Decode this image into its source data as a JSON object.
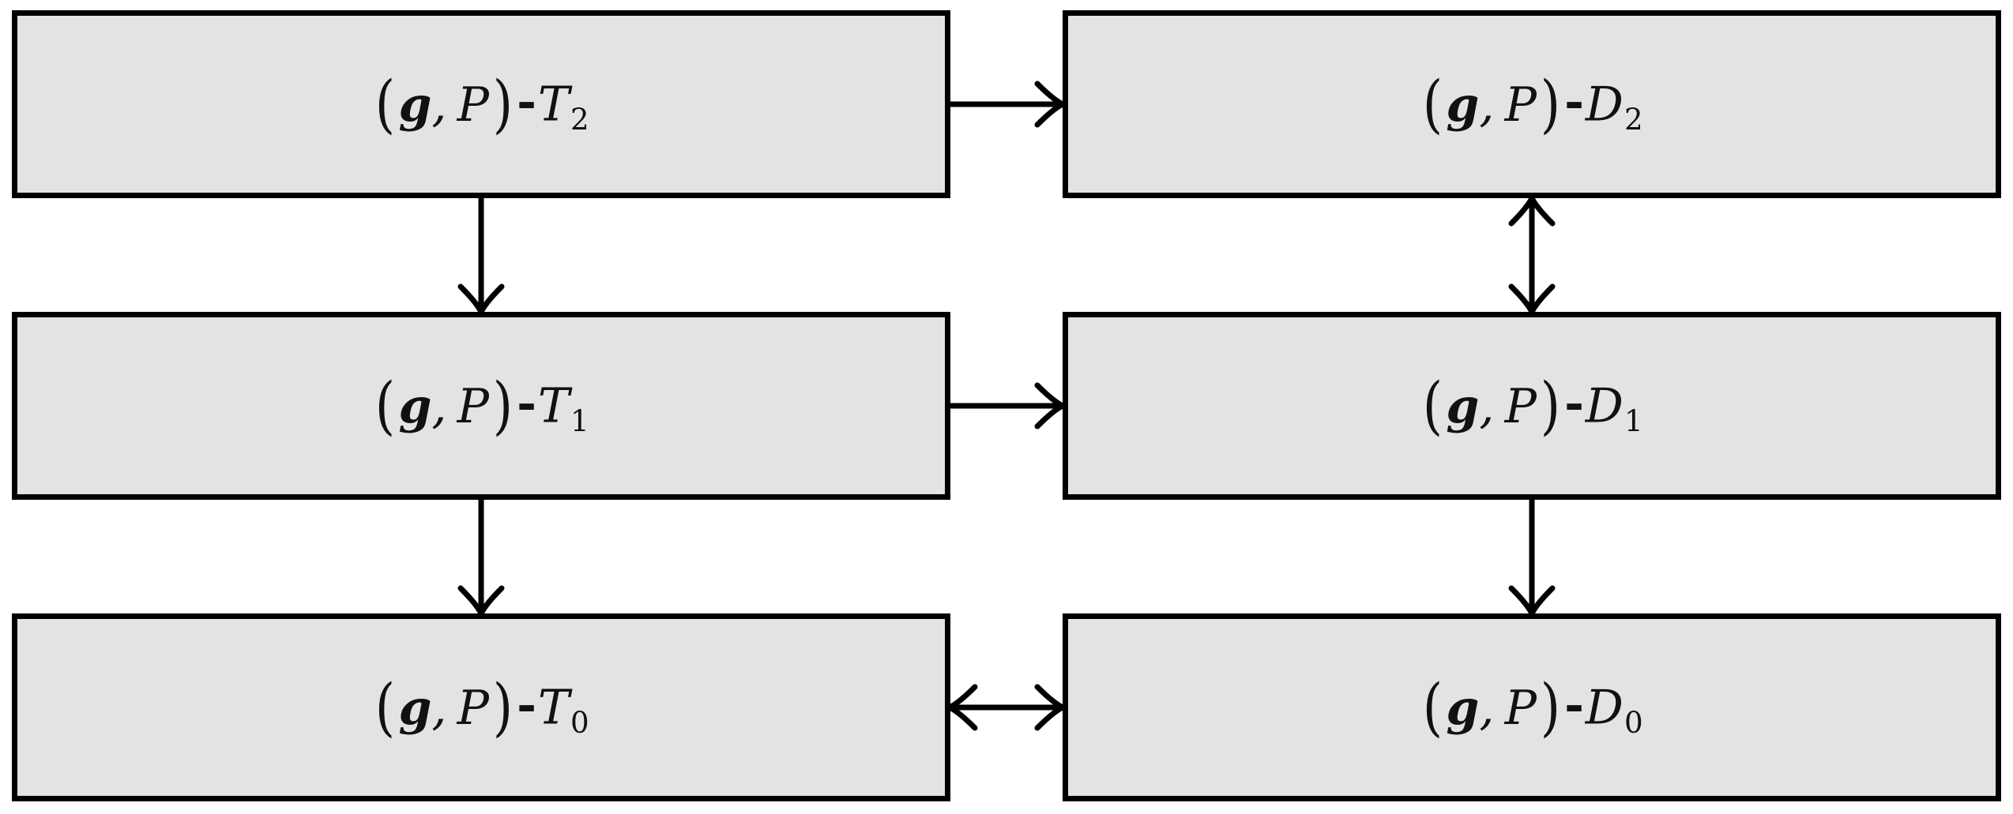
{
  "diagram": {
    "background_color": "#ffffff",
    "box_fill_color": "#e3e3e3",
    "box_border_color": "#000000",
    "arrow_color": "#000000",
    "boxes": [
      {
        "id": "T2",
        "label": "(𝔤, 𝒫)-T₂",
        "open": "(",
        "fraktur_g": "g",
        "comma": ",",
        "script_P": "P",
        "close": ")",
        "hyphen": "-",
        "letter": "T",
        "subscript": "2"
      },
      {
        "id": "D2",
        "label": "(𝔤, 𝒫)-D₂",
        "open": "(",
        "fraktur_g": "g",
        "comma": ",",
        "script_P": "P",
        "close": ")",
        "hyphen": "-",
        "letter": "D",
        "subscript": "2"
      },
      {
        "id": "T1",
        "label": "(𝔤, 𝒫)-T₁",
        "open": "(",
        "fraktur_g": "g",
        "comma": ",",
        "script_P": "P",
        "close": ")",
        "hyphen": "-",
        "letter": "T",
        "subscript": "1"
      },
      {
        "id": "D1",
        "label": "(𝔤, 𝒫)-D₁",
        "open": "(",
        "fraktur_g": "g",
        "comma": ",",
        "script_P": "P",
        "close": ")",
        "hyphen": "-",
        "letter": "D",
        "subscript": "1"
      },
      {
        "id": "T0",
        "label": "(𝔤, 𝒫)-T₀",
        "open": "(",
        "fraktur_g": "g",
        "comma": ",",
        "script_P": "P",
        "close": ")",
        "hyphen": "-",
        "letter": "T",
        "subscript": "0"
      },
      {
        "id": "D0",
        "label": "(𝔤, 𝒫)-D₀",
        "open": "(",
        "fraktur_g": "g",
        "comma": ",",
        "script_P": "P",
        "close": ")",
        "hyphen": "-",
        "letter": "D",
        "subscript": "0"
      }
    ],
    "edges": [
      {
        "from": "T2",
        "to": "D2",
        "direction": "right",
        "heads": "single"
      },
      {
        "from": "T2",
        "to": "T1",
        "direction": "down",
        "heads": "single"
      },
      {
        "from": "D2",
        "to": "D1",
        "direction": "vertical",
        "heads": "double"
      },
      {
        "from": "T1",
        "to": "D1",
        "direction": "right",
        "heads": "single"
      },
      {
        "from": "T1",
        "to": "T0",
        "direction": "down",
        "heads": "single"
      },
      {
        "from": "D1",
        "to": "D0",
        "direction": "down",
        "heads": "single"
      },
      {
        "from": "T0",
        "to": "D0",
        "direction": "horizontal",
        "heads": "double"
      }
    ]
  }
}
